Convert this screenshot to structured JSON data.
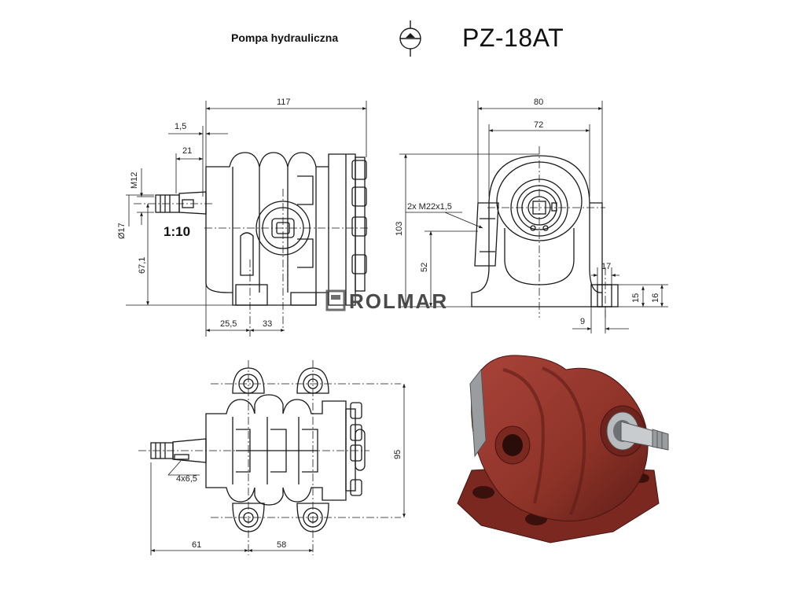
{
  "header": {
    "label": "Pompa  hydrauliczna",
    "model": "PZ-18AT",
    "symbol_icon": "hydraulic-pump-symbol-icon"
  },
  "watermark": "ROLMAR",
  "scale": "1:10",
  "side_view": {
    "dims": {
      "overall_length": "117",
      "offset": "1,5",
      "shaft_length": "21",
      "thread": "M12",
      "shaft_diameter": "Ø17",
      "axis_height": "67,1",
      "foot_a": "25,5",
      "foot_b": "33"
    }
  },
  "front_view": {
    "dims": {
      "width_outer": "80",
      "width_inner": "72",
      "height": "103",
      "port": "2x M22x1,5",
      "port_height": "52",
      "foot_width": "17",
      "foot_h1": "15",
      "foot_h2": "16",
      "foot_offset": "9"
    }
  },
  "top_view": {
    "dims": {
      "key": "4x6,5",
      "depth": "95",
      "shaft_to_holes": "61",
      "hole_spacing": "58"
    }
  },
  "colors": {
    "line": "#1a1a1a",
    "pump_body": "#8e3328",
    "pump_shadow": "#5e1d17",
    "metal": "#b9bcbf"
  }
}
